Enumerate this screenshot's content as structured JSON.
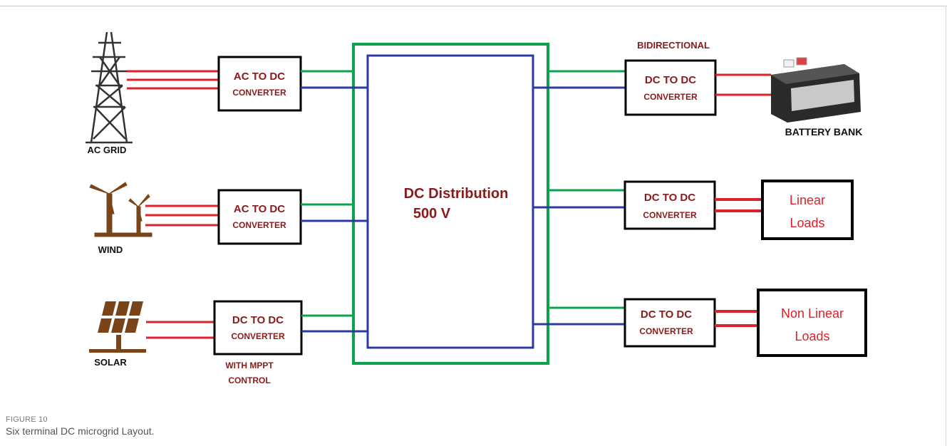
{
  "diagram": {
    "sources": {
      "grid": "AC GRID",
      "wind": "WIND",
      "solar": "SOLAR"
    },
    "converters": {
      "grid_line1": "AC TO DC",
      "grid_line2": "CONVERTER",
      "wind_line1": "AC TO DC",
      "wind_line2": "CONVERTER",
      "solar_line1": "DC TO DC",
      "solar_line2": "CONVERTER",
      "solar_note1": "WITH MPPT",
      "solar_note2": "CONTROL",
      "battery_header": "BIDIRECTIONAL",
      "battery_line1": "DC TO DC",
      "battery_line2": "CONVERTER",
      "linear_line1": "DC TO DC",
      "linear_line2": "CONVERTER",
      "nonlinear_line1": "DC TO DC",
      "nonlinear_line2": "CONVERTER"
    },
    "bus": {
      "line1": "DC Distribution",
      "line2": "500 V"
    },
    "loads": {
      "battery": "BATTERY BANK",
      "linear1": "Linear",
      "linear2": "Loads",
      "nonlinear1": "Non Linear",
      "nonlinear2": "Loads"
    },
    "colors": {
      "positive_wire": "#0aa24a",
      "negative_wire": "#2b3aa0",
      "ac_wire": "#e0202a",
      "label_dark_red": "#8b1a1a",
      "load_red": "#e0202a"
    }
  },
  "caption": {
    "label": "FIGURE 10",
    "text": "Six terminal DC microgrid Layout."
  }
}
